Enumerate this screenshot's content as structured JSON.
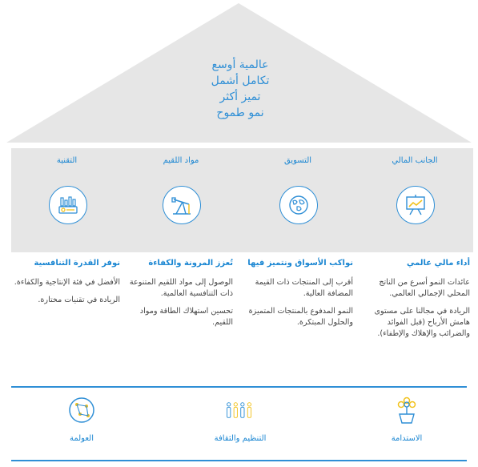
{
  "roof": {
    "lines": [
      "عالمية أوسع",
      "تكامل أشمل",
      "تميز أكثر",
      "نمو طموح"
    ]
  },
  "columns": [
    {
      "title": "الجانب المالي",
      "icon": "presentation-chart-icon",
      "subtitle": "أداء مالي عالمي",
      "paragraphs": [
        "عائدات النمو أسرع من الناتج المحلي الإجمالي العالمي.",
        "الريادة في مجالنا على مستوى هامش الأرباح (قبل الفوائد والضرائب والإهلاك والإطفاء)."
      ]
    },
    {
      "title": "التسويق",
      "icon": "globe-icon",
      "subtitle": "نواكب الأسواق ونتميز فيها",
      "paragraphs": [
        "أقرب إلى المنتجات ذات القيمة المضافة العالية.",
        "النمو المدفوع بالمنتجات المتميزة والحلول المبتكرة."
      ]
    },
    {
      "title": "مواد اللقيم",
      "icon": "oil-pump-icon",
      "subtitle": "تُعزز المرونة والكفاءة",
      "paragraphs": [
        "الوصول إلى مواد اللقيم المتنوعة ذات التنافسية العالمية.",
        "تحسين استهلاك الطاقة ومواد اللقيم."
      ]
    },
    {
      "title": "التقنية",
      "icon": "factory-technology-icon",
      "subtitle": "نوفر القدرة التنافسية",
      "paragraphs": [
        "الأفضل في فئة الإنتاجية والكفاءة.",
        "الريادة في تقنيات مختارة."
      ]
    }
  ],
  "foundation": [
    {
      "label": "الاستدامة",
      "icon": "flower-pot-icon"
    },
    {
      "label": "التنظيم والثقافة",
      "icon": "people-group-icon"
    },
    {
      "label": "العولمة",
      "icon": "network-globe-icon"
    }
  ],
  "colors": {
    "accent": "#2f8fd6",
    "heading": "#1a86d2",
    "roof": "#e6e6e6",
    "panel": "#e6e6e6",
    "icon_accent": "#f2c21b"
  }
}
